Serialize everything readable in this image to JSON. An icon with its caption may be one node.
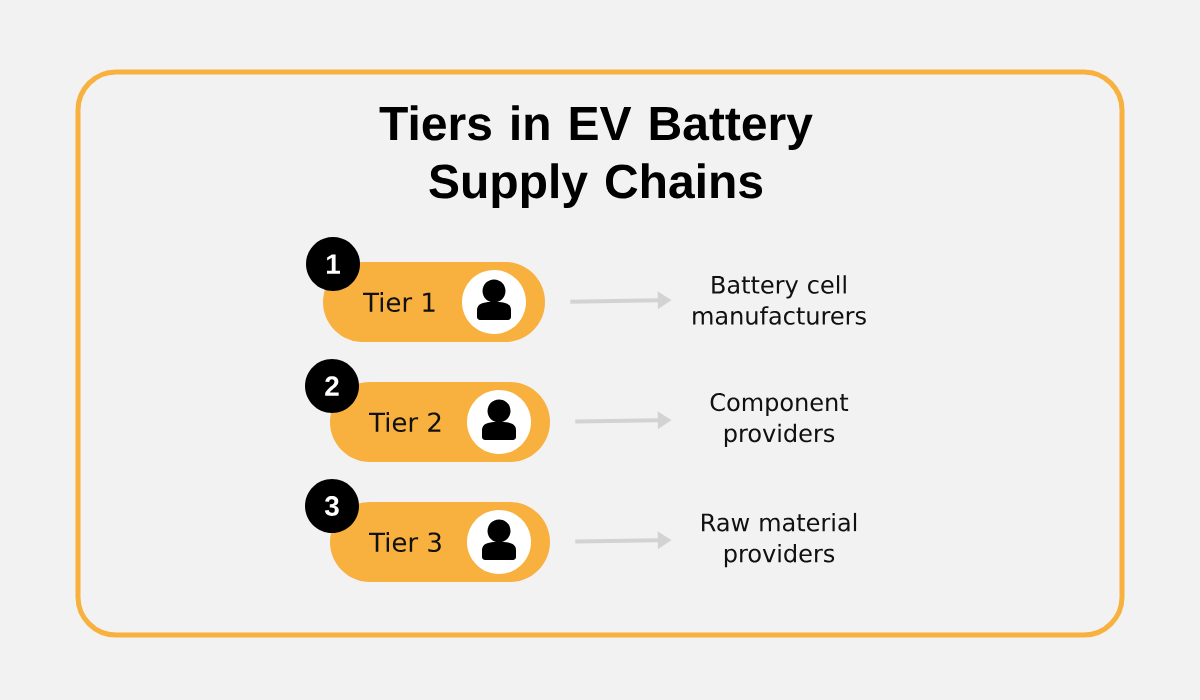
{
  "diagram": {
    "title": "Tiers in EV Battery Supply Chains",
    "nodes": [
      {
        "text": [
          "1"
        ]
      },
      {
        "text": [
          "Tier 1"
        ]
      },
      {
        "text": [
          "Battery cell manufacturers"
        ]
      },
      {
        "text": [
          "2"
        ]
      },
      {
        "text": [
          "Tier 2"
        ]
      },
      {
        "text": [
          "Component providers"
        ]
      },
      {
        "text": [
          "3"
        ]
      },
      {
        "text": [
          "Tier 3"
        ]
      },
      {
        "text": [
          "Raw material providers"
        ]
      }
    ],
    "edges": [
      {
        "from": 1,
        "to": 2,
        "arrow": "to"
      },
      {
        "from": 4,
        "to": 5,
        "arrow": "to"
      },
      {
        "from": 7,
        "to": 8,
        "arrow": "to"
      }
    ]
  }
}
